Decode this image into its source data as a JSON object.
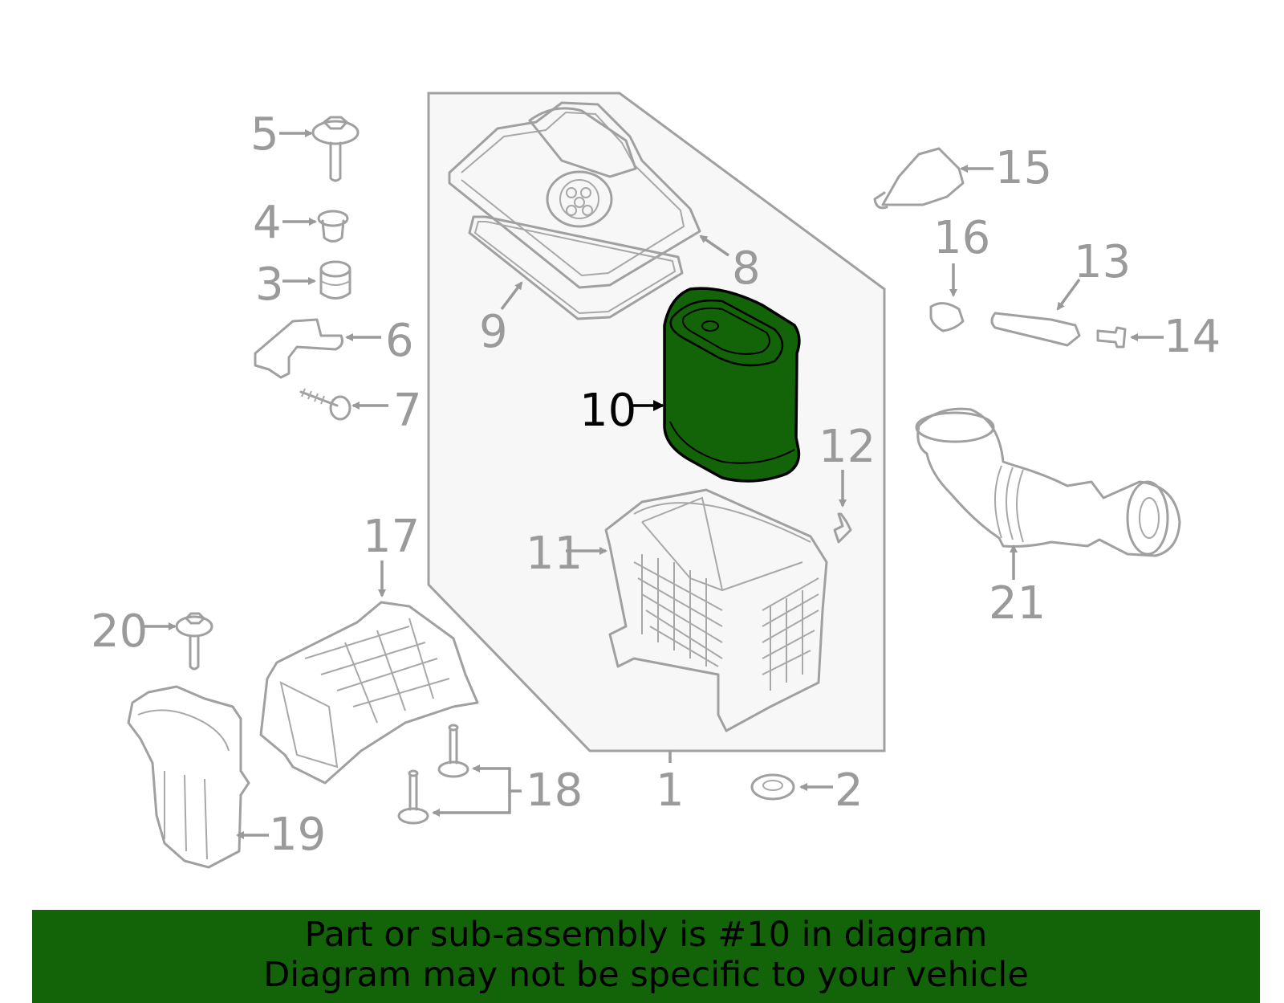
{
  "diagram": {
    "highlight_color": "#136408",
    "callouts": {
      "c1": "1",
      "c2": "2",
      "c3": "3",
      "c4": "4",
      "c5": "5",
      "c6": "6",
      "c7": "7",
      "c8": "8",
      "c9": "9",
      "c10": "10",
      "c11": "11",
      "c12": "12",
      "c13": "13",
      "c14": "14",
      "c15": "15",
      "c16": "16",
      "c17": "17",
      "c18": "18",
      "c19": "19",
      "c20": "20",
      "c21": "21"
    }
  },
  "banner": {
    "line1": "Part or sub-assembly is #10 in diagram",
    "line2": "Diagram may not be specific to your vehicle"
  }
}
